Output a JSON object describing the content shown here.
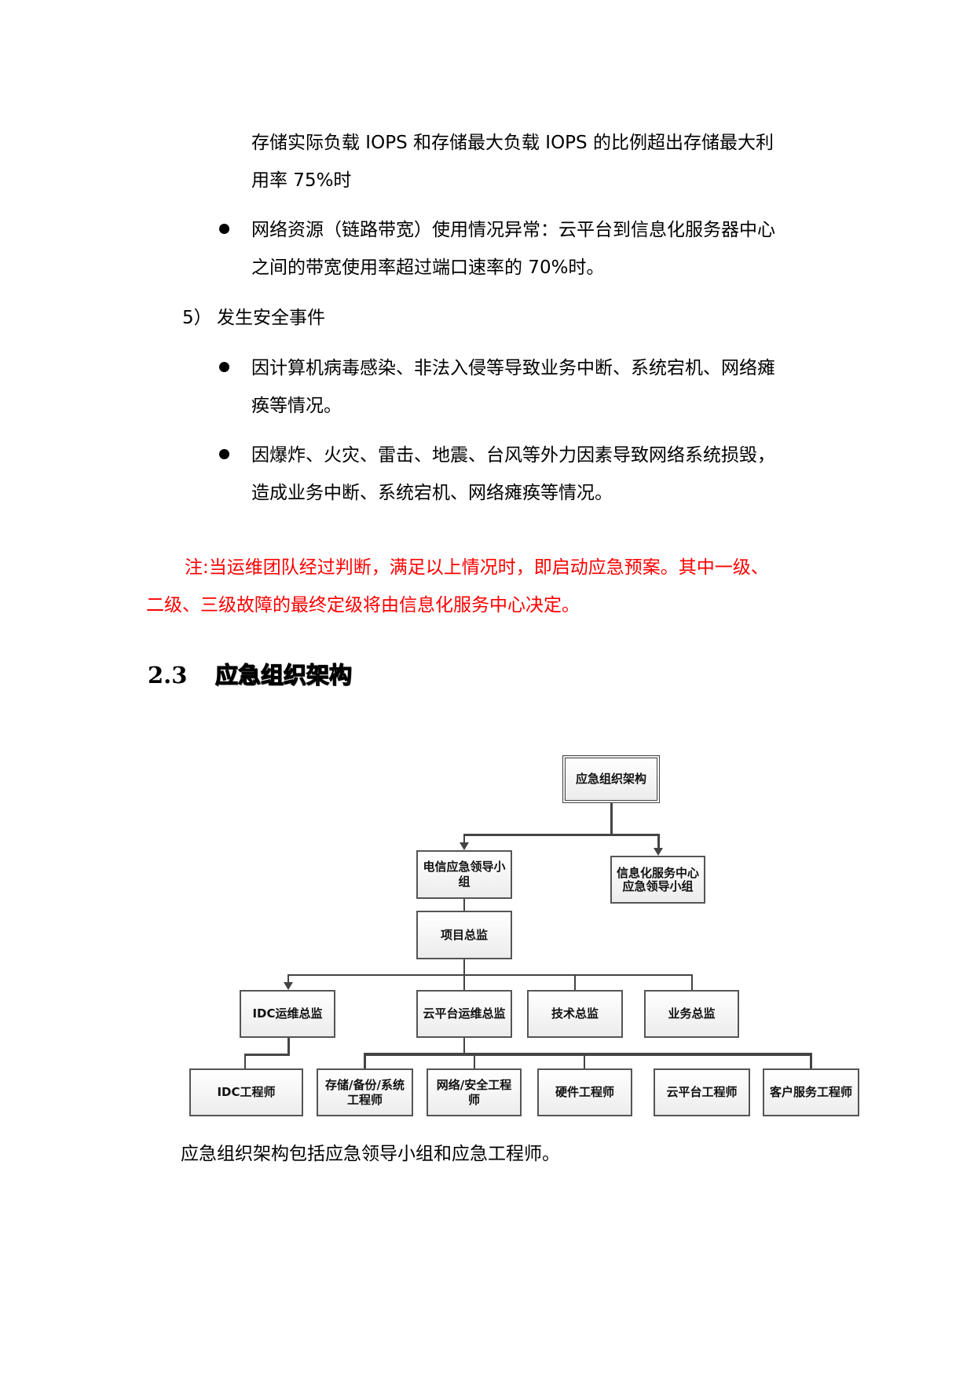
{
  "body": {
    "para_continue": {
      "line1": "存储实际负载 IOPS 和存储最大负载 IOPS 的比例超出存储最大利",
      "line2": "用率 75%时"
    },
    "bullet_network": {
      "line1": "网络资源（链路带宽）使用情况异常：云平台到信息化服务器中心",
      "line2": "之间的带宽使用率超过端口速率的 70%时。"
    },
    "item5": {
      "number": "5）",
      "label": "发生安全事件"
    },
    "bullet_virus": {
      "line1": "因计算机病毒感染、非法入侵等导致业务中断、系统宕机、网络瘫",
      "line2": "痪等情况。"
    },
    "bullet_disaster": {
      "line1": "因爆炸、火灾、雷击、地震、台风等外力因素导致网络系统损毁，",
      "line2": "造成业务中断、系统宕机、网络瘫痪等情况。"
    },
    "note": {
      "line1": "注:当运维团队经过判断，满足以上情况时，即启动应急预案。其中一级、",
      "line2": "二级、三级故障的最终定级将由信息化服务中心决定。",
      "color": "#ff0000"
    },
    "section": {
      "number": "2.3",
      "title": "应急组织架构"
    },
    "summary": "应急组织架构包括应急领导小组和应急工程师。"
  },
  "org_chart": {
    "root": "应急组织架构",
    "level1": [
      "电信应急领导小组",
      "信息化服务中心应急领导小组"
    ],
    "director": "项目总监",
    "level3": [
      "IDC运维总监",
      "云平台运维总监",
      "技术总监",
      "业务总监"
    ],
    "level4": [
      "IDC工程师",
      "存储/备份/系统工程师",
      "网络/安全工程师",
      "硬件工程师",
      "云平台工程师",
      "客户服务工程师"
    ]
  }
}
